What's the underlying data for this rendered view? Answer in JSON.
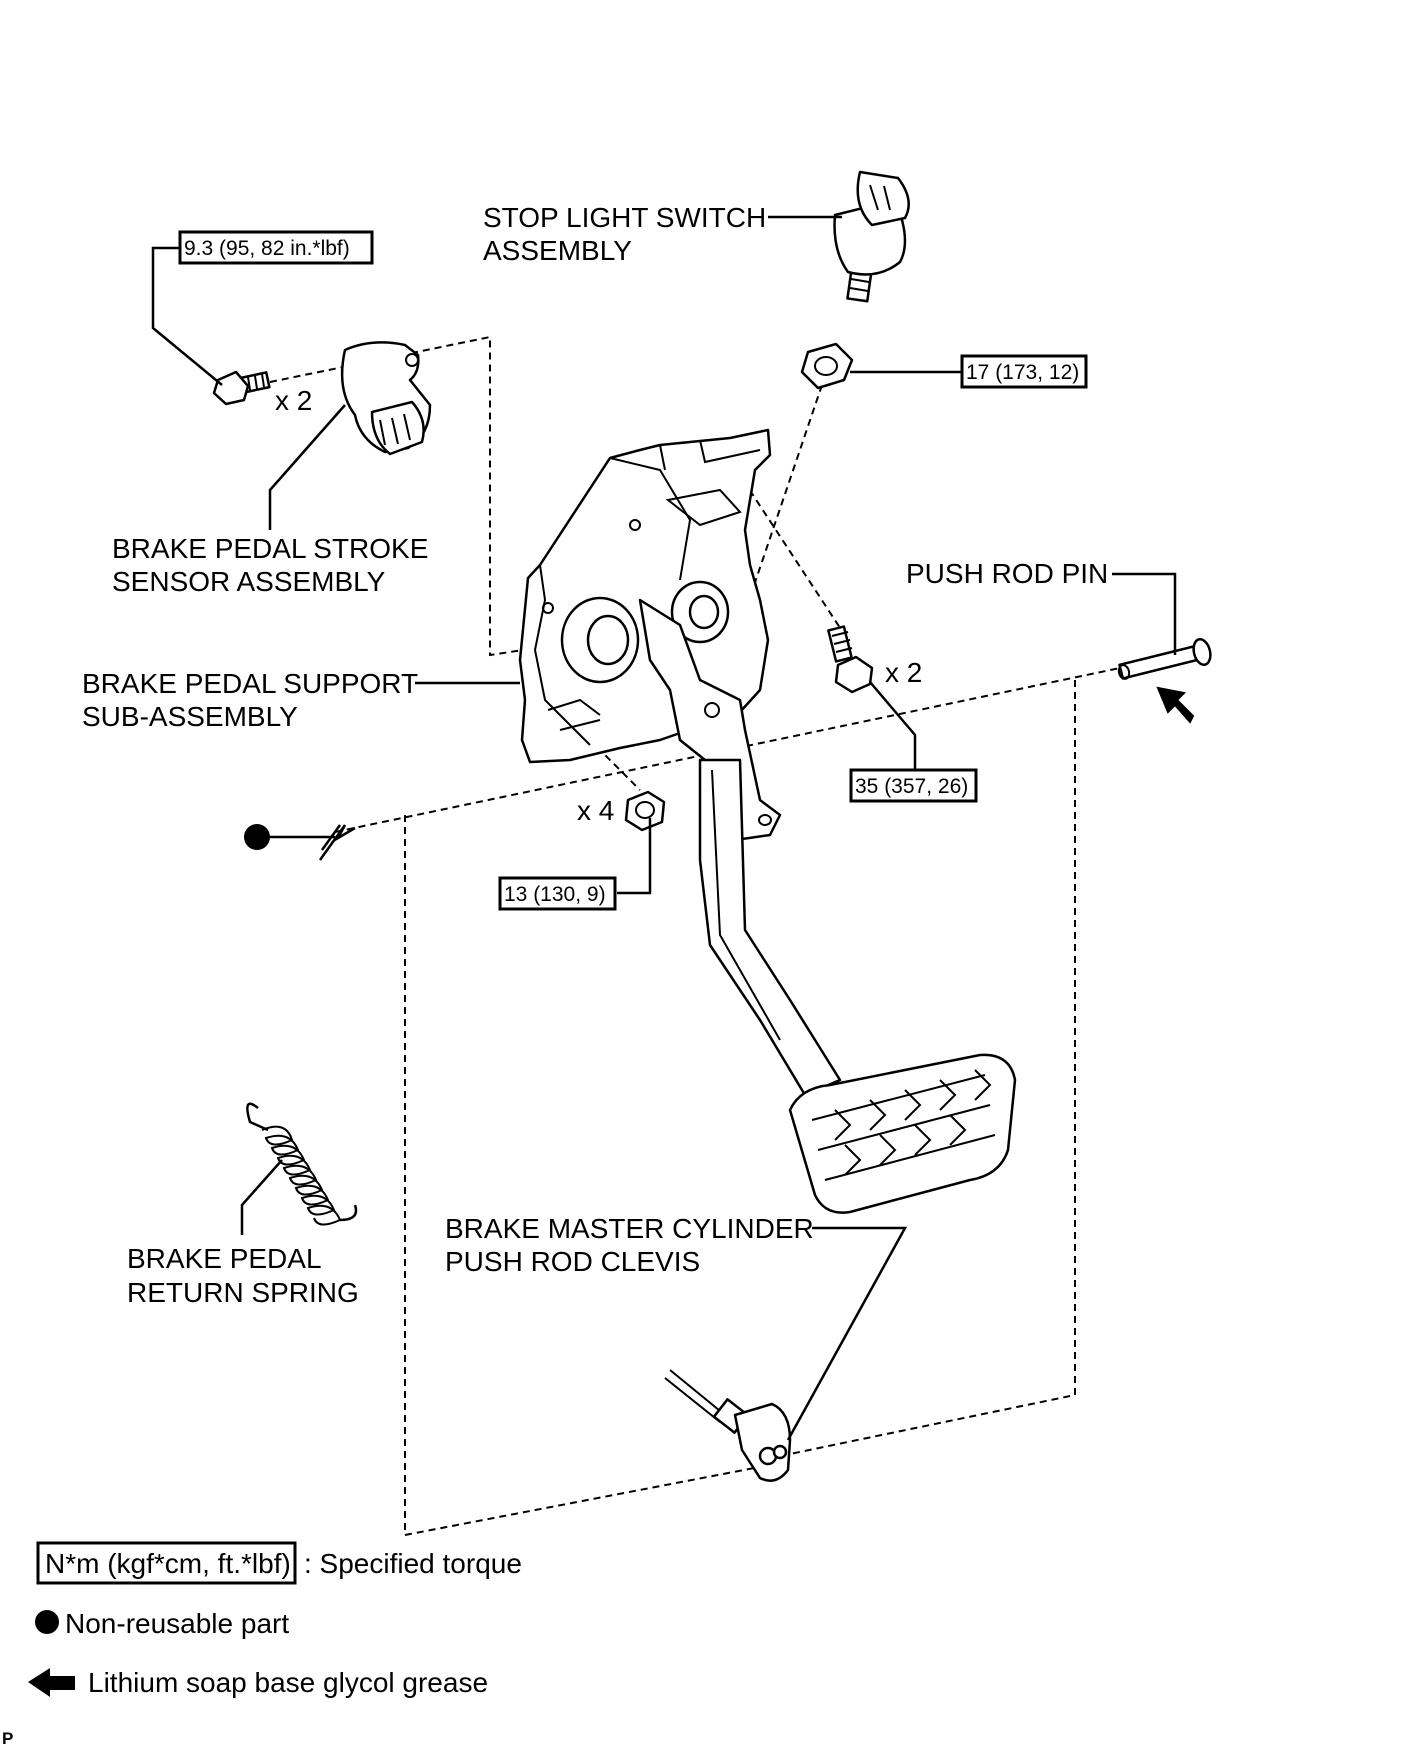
{
  "labels": {
    "stop_light_switch": [
      "STOP LIGHT SWITCH",
      "ASSEMBLY"
    ],
    "stroke_sensor": [
      "BRAKE PEDAL STROKE",
      "SENSOR ASSEMBLY"
    ],
    "push_rod_pin": "PUSH ROD PIN",
    "pedal_support": [
      "BRAKE PEDAL SUPPORT",
      "SUB-ASSEMBLY"
    ],
    "return_spring": [
      "BRAKE PEDAL",
      "RETURN SPRING"
    ],
    "push_rod_clevis": [
      "BRAKE MASTER CYLINDER",
      "PUSH ROD CLEVIS"
    ]
  },
  "quantities": {
    "sensor_bolts": "x 2",
    "support_bolts": "x 2",
    "nuts": "x 4"
  },
  "torques": {
    "sensor_bolt": "9.3 (95, 82 in.*lbf)",
    "switch_nut": "17 (173, 12)",
    "support_bolt": "35 (357, 26)",
    "nut": "13 (130, 9)"
  },
  "legend": {
    "torque_unit": "N*m (kgf*cm, ft.*lbf)",
    "torque_text": ": Specified torque",
    "non_reusable": "Non-reusable part",
    "grease": "Lithium soap base glycol grease"
  },
  "footer_mark": "P"
}
